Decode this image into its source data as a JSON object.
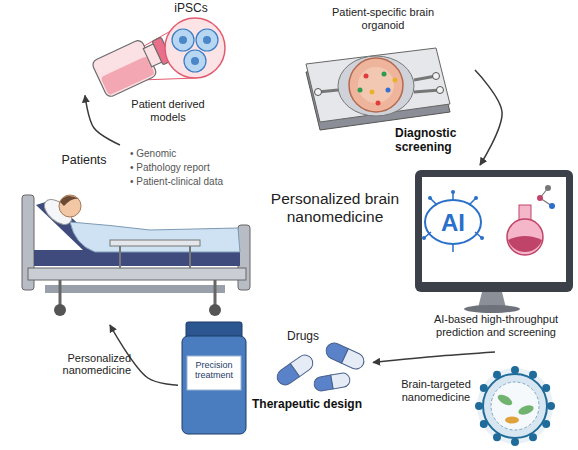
{
  "diagram": {
    "title": "Personalized brain nanomedicine",
    "nodes": [
      {
        "text": [
          "iPSCs",
          "Patient derived models"
        ]
      },
      {
        "text": [
          "Patient-specific brain organoid",
          "Diagnostic screening"
        ]
      },
      {
        "text": [
          "Patients",
          "• Genomic",
          "• Pathology report",
          "• Patient-clinical data"
        ]
      },
      {
        "text": [
          "AI",
          "AI-based high-throughput prediction and screening"
        ]
      },
      {
        "text": [
          "Precision treatment",
          "Drugs",
          "Therapeutic design"
        ]
      },
      {
        "text": [
          "Brain-targeted nanomedicine"
        ]
      }
    ],
    "edges": [
      {
        "from": 2,
        "to": 0,
        "arrow": "to"
      },
      {
        "from": 1,
        "to": 3,
        "arrow": "to"
      },
      {
        "from": 3,
        "to": 4,
        "arrow": "to"
      },
      {
        "from": 4,
        "to": 2,
        "label": "Personalized nanomedicine",
        "arrow": "to"
      }
    ]
  }
}
